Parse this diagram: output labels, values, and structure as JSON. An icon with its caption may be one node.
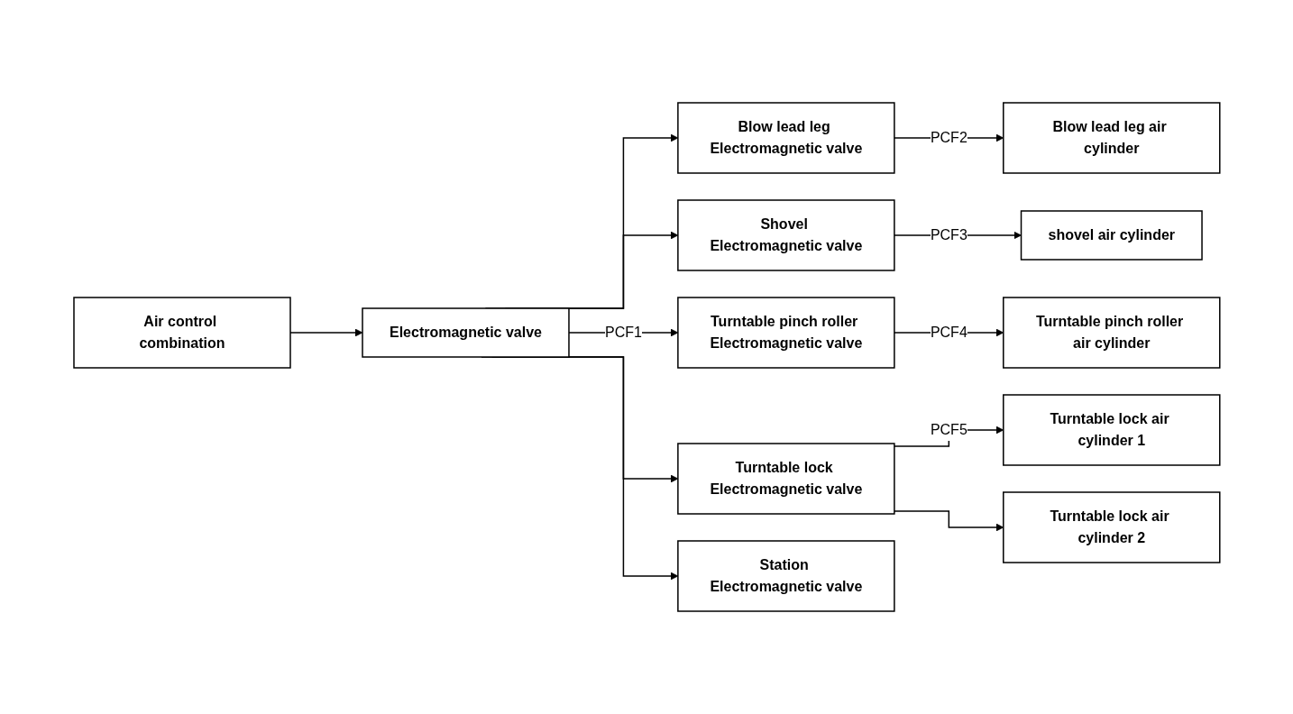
{
  "diagram": {
    "nodes": [
      {
        "text": [
          "Air control combination"
        ]
      },
      {
        "text": [
          "Electromagnetic valve"
        ]
      },
      {
        "text": [
          "Blow lead leg Electromagnetic valve"
        ]
      },
      {
        "text": [
          "Blow lead leg air cylinder"
        ]
      },
      {
        "text": [
          "Shovel Electromagnetic valve"
        ]
      },
      {
        "text": [
          "shovel air cylinder"
        ]
      },
      {
        "text": [
          "Turntable pinch roller Electromagnetic valve"
        ]
      },
      {
        "text": [
          "Turntable pinch roller air cylinder"
        ]
      },
      {
        "text": [
          "Turntable lock Electromagnetic valve"
        ]
      },
      {
        "text": [
          "Turntable lock air cylinder 1"
        ]
      },
      {
        "text": [
          "Turntable lock air cylinder 2"
        ]
      },
      {
        "text": [
          "Station Electromagnetic valve"
        ]
      }
    ],
    "edges": [
      {
        "from": 0,
        "to": 1,
        "arrow": "to"
      },
      {
        "from": 1,
        "to": 2,
        "arrow": "to"
      },
      {
        "from": 1,
        "to": 4,
        "arrow": "to"
      },
      {
        "from": 1,
        "to": 6,
        "arrow": "to",
        "label": "PCF1"
      },
      {
        "from": 1,
        "to": 8,
        "arrow": "to"
      },
      {
        "from": 1,
        "to": 11,
        "arrow": "to"
      },
      {
        "from": 2,
        "to": 3,
        "arrow": "to",
        "label": "PCF2"
      },
      {
        "from": 4,
        "to": 5,
        "arrow": "to",
        "label": "PCF3"
      },
      {
        "from": 6,
        "to": 7,
        "arrow": "to",
        "label": "PCF4"
      },
      {
        "from": 8,
        "to": 9,
        "arrow": "to",
        "label": "PCF5"
      },
      {
        "from": 8,
        "to": 10,
        "arrow": "to"
      }
    ]
  }
}
